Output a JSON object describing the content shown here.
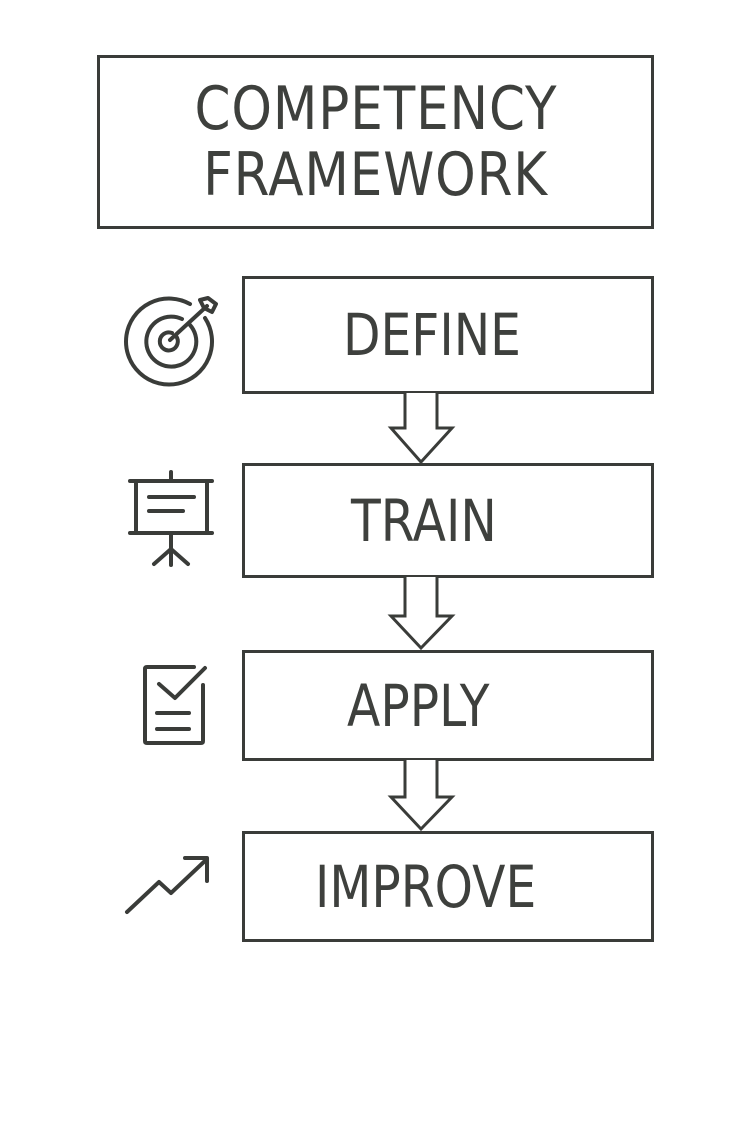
{
  "title": {
    "line1": "COMPETENCY",
    "line2": "FRAMEWORK"
  },
  "steps": [
    {
      "label": "DEFINE",
      "icon": "target-icon"
    },
    {
      "label": "TRAIN",
      "icon": "presentation-board-icon"
    },
    {
      "label": "APPLY",
      "icon": "checklist-icon"
    },
    {
      "label": "IMPROVE",
      "icon": "trending-up-icon"
    }
  ],
  "colors": {
    "stroke": "#3a3c39",
    "text": "#3e403d",
    "background": "#ffffff"
  }
}
